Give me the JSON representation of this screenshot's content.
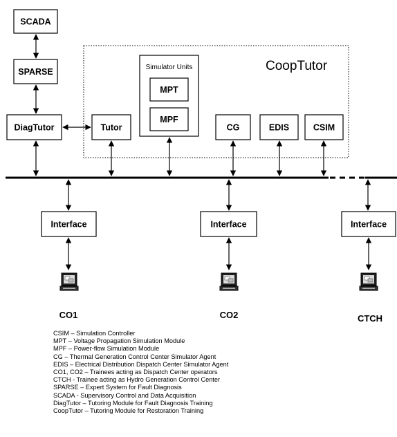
{
  "boxes": {
    "scada": "SCADA",
    "sparse": "SPARSE",
    "diagtutor": "DiagTutor",
    "tutor": "Tutor",
    "simulator_units": "Simulator Units",
    "mpt": "MPT",
    "mpf": "MPF",
    "cg": "CG",
    "edis": "EDIS",
    "csim": "CSIM",
    "cooptutor": "CoopTutor",
    "interface1": "Interface",
    "interface2": "Interface",
    "interface3": "Interface"
  },
  "terminals": {
    "co1": "CO1",
    "co2": "CO2",
    "ctch": "CTCH"
  },
  "legend": [
    "CSIM – Simulation Controller",
    "MPT – Voltage Propagation Simulation Module",
    "MPF – Power-flow Simulation Module",
    "CG – Thermal Generation Control Center Simulator Agent",
    "EDIS – Electrical Distribution Dispatch Center Simulator Agent",
    "CO1, CO2 – Trainees acting as Dispatch Center operators",
    "CTCH - Trainee acting as Hydro Generation Control Center",
    "SPARSE – Expert System for Fault Diagnosis",
    "SCADA - Supervisory Control and Data Acquisition",
    "DiagTutor – Tutoring Module for Fault Diagnosis Training",
    "CoopTutor – Tutoring Module for Restoration Training"
  ]
}
